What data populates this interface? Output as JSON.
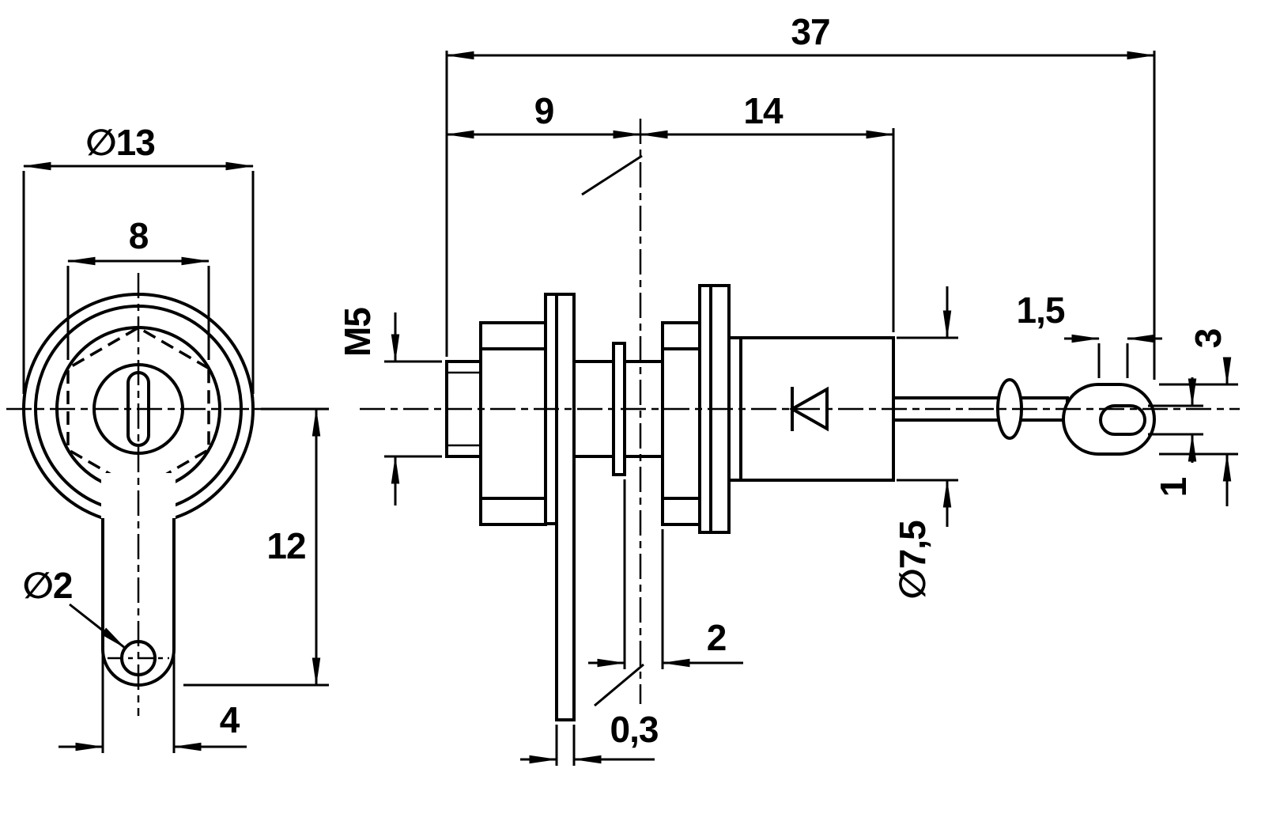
{
  "front": {
    "flange_diameter": "∅13",
    "hex_across_flats": "8",
    "hole_diameter": "∅2",
    "lug_length": "12",
    "lug_width": "4"
  },
  "side": {
    "overall_length": "37",
    "mount_length": "9",
    "body_length": "14",
    "thread": "M5",
    "tip_hole_offset": "1,5",
    "tip_height": "3",
    "tip_hole_height": "1",
    "body_diameter": "∅7,5",
    "panel_clearance": "2",
    "lug_thickness": "0,3"
  }
}
